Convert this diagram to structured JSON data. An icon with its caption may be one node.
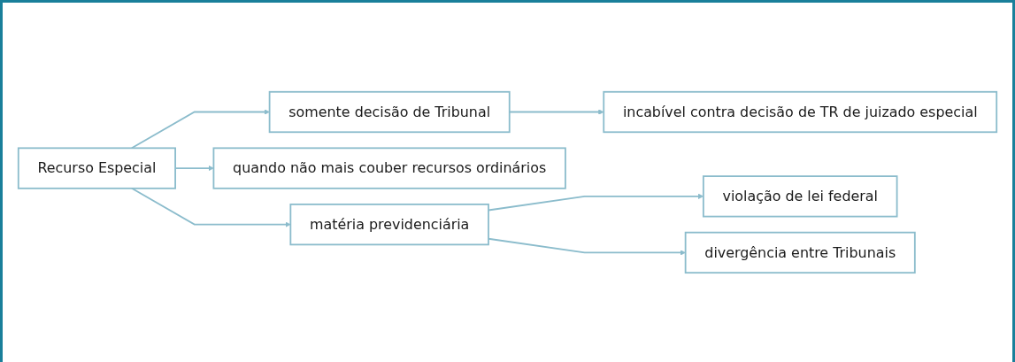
{
  "diagram": {
    "nodes": [
      {
        "text": [
          "Recurso Especial"
        ]
      },
      {
        "text": [
          "somente decisão de Tribunal"
        ]
      },
      {
        "text": [
          "incabível contra decisão de TR de juizado especial"
        ]
      },
      {
        "text": [
          "quando não mais couber recursos ordinários"
        ]
      },
      {
        "text": [
          "matéria previdenciária"
        ]
      },
      {
        "text": [
          "violação de lei federal"
        ]
      },
      {
        "text": [
          "divergência entre Tribunais"
        ]
      }
    ],
    "edges": [
      {
        "from": 0,
        "to": 1,
        "arrow": "to"
      },
      {
        "from": 1,
        "to": 2,
        "arrow": "to"
      },
      {
        "from": 0,
        "to": 3,
        "arrow": "to"
      },
      {
        "from": 0,
        "to": 4,
        "arrow": "to"
      },
      {
        "from": 4,
        "to": 5,
        "arrow": "to"
      },
      {
        "from": 4,
        "to": 6,
        "arrow": "to"
      }
    ]
  }
}
